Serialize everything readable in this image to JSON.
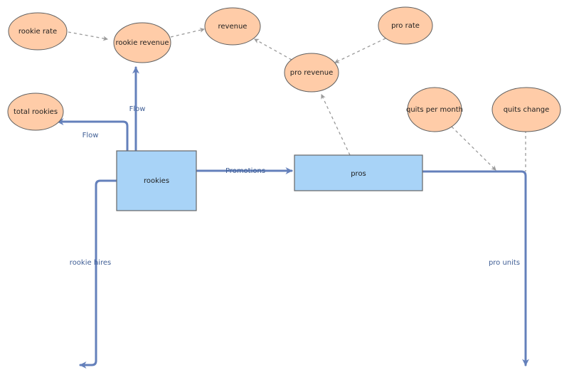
{
  "nodes": {
    "rookie_rate": "rookie rate",
    "rookie_revenue": "rookie revenue",
    "revenue": "revenue",
    "pro_rate": "pro rate",
    "pro_revenue": "pro revenue",
    "total_rookies": "total rookies",
    "quits_per_month": "quits per month",
    "quits_change": "quits change",
    "rookies": "rookies",
    "pros": "pros"
  },
  "flows": {
    "flow_up": "Flow",
    "flow_left": "Flow",
    "promotions": "Promotions",
    "rookie_hires": "rookie hires",
    "pro_units": "pro units"
  },
  "colors": {
    "oval_fill": "#ffcca8",
    "stock_fill": "#a8d3f7",
    "flow": "#6480bb",
    "dashed_link": "#9a9a9a"
  }
}
